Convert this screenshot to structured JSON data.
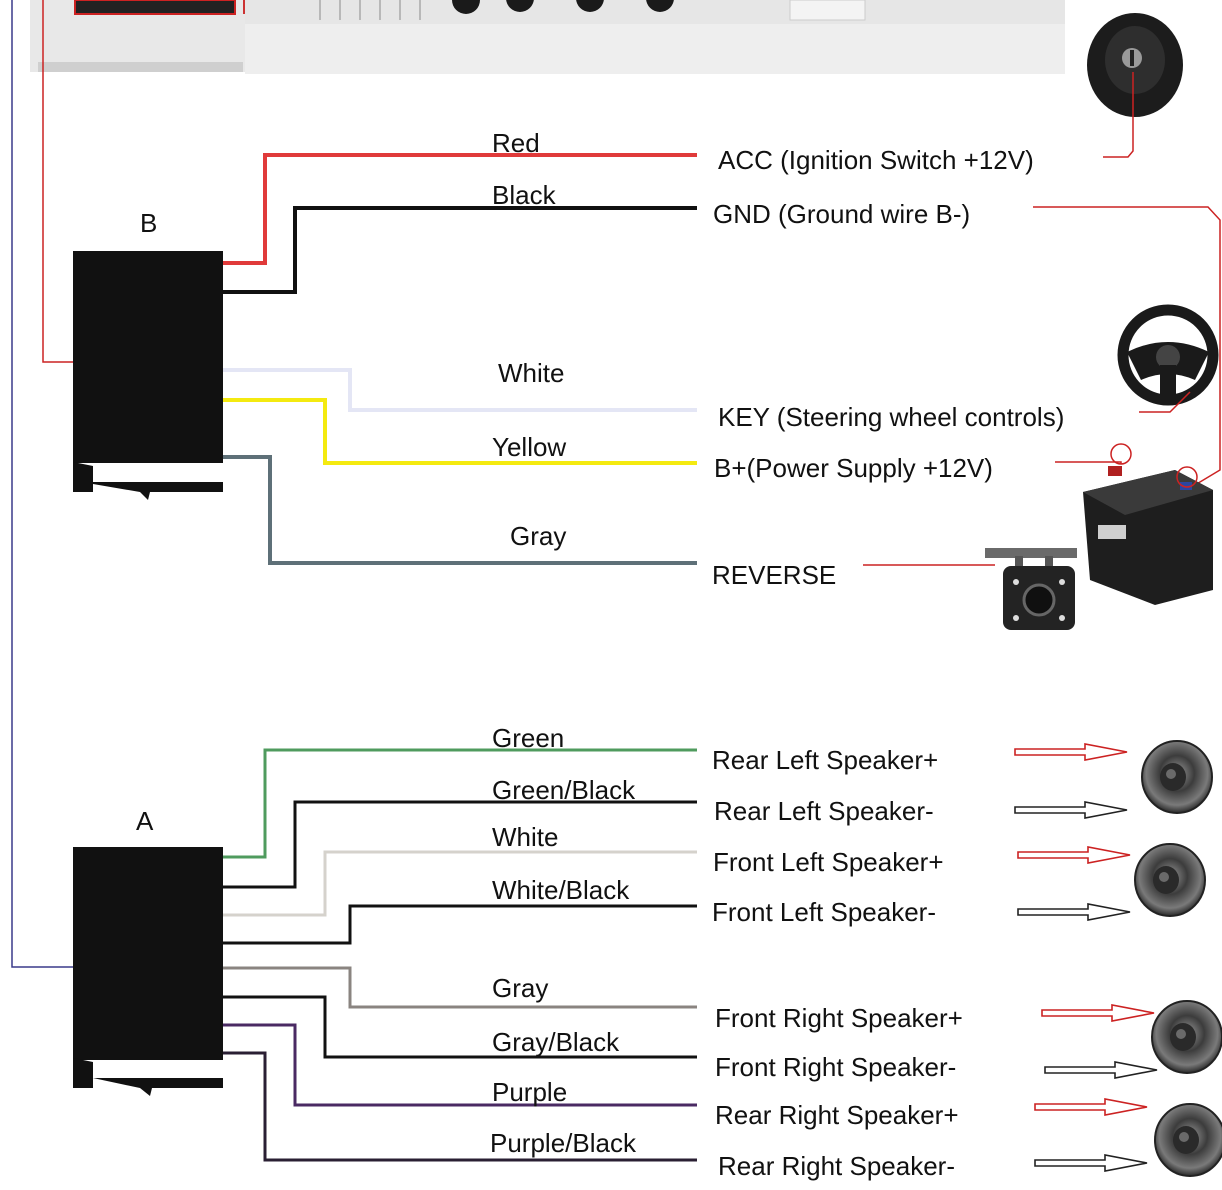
{
  "connectors": {
    "b": {
      "name": "B"
    },
    "a": {
      "name": "A"
    }
  },
  "wires_b": [
    {
      "color_name": "Red",
      "hex": "#e03a3a",
      "function": "ACC (Ignition Switch +12V)"
    },
    {
      "color_name": "Black",
      "hex": "#111111",
      "function": "GND (Ground wire B-)"
    },
    {
      "color_name": "White",
      "hex": "#e4e6f5",
      "function": "KEY (Steering wheel controls)"
    },
    {
      "color_name": "Yellow",
      "hex": "#f4ea10",
      "function": "B+(Power Supply +12V)"
    },
    {
      "color_name": "Gray",
      "hex": "#5e7078",
      "function": "REVERSE"
    }
  ],
  "wires_a": [
    {
      "color_name": "Green",
      "hex": "#4f9b5e",
      "function": "Rear Left Speaker+"
    },
    {
      "color_name": "Green/Black",
      "hex": "#111111",
      "function": "Rear Left Speaker-"
    },
    {
      "color_name": "White",
      "hex": "#d5d2cc",
      "function": "Front Left Speaker+"
    },
    {
      "color_name": "White/Black",
      "hex": "#111111",
      "function": "Front Left Speaker-"
    },
    {
      "color_name": "Gray",
      "hex": "#8a8480",
      "function": "Front Right Speaker+"
    },
    {
      "color_name": "Gray/Black",
      "hex": "#111111",
      "function": "Front Right Speaker-"
    },
    {
      "color_name": "Purple",
      "hex": "#4a2a63",
      "function": "Rear Right Speaker+"
    },
    {
      "color_name": "Purple/Black",
      "hex": "#2a1f33",
      "function": "Rear Right Speaker-"
    }
  ],
  "icons": [
    "head-unit-icon",
    "ignition-key-icon",
    "steering-wheel-icon",
    "battery-icon",
    "reverse-camera-icon",
    "speaker-icon"
  ]
}
